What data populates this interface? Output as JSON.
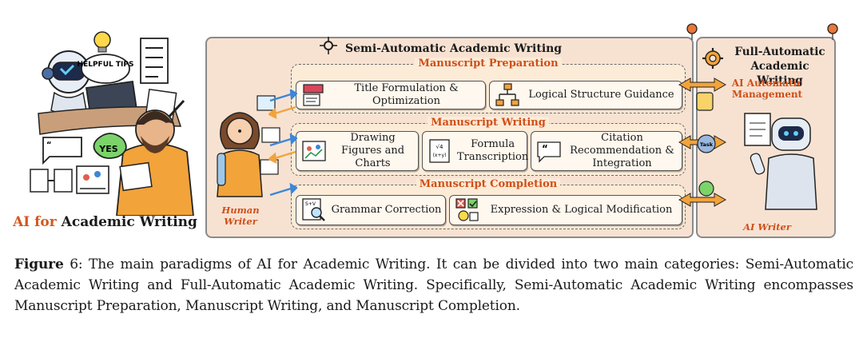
{
  "left": {
    "title_accent": "AI for",
    "title_rest": " Academic Writing",
    "bubble_tips": "HELPFUL TIPS",
    "bubble_yes": "YES"
  },
  "semi": {
    "title": "Semi-Automatic Academic Writing",
    "groups": [
      {
        "title": "Manuscript Preparation",
        "cards": [
          "Title Formulation & Optimization",
          "Logical Structure Guidance"
        ]
      },
      {
        "title": "Manuscript Writing",
        "cards": [
          "Drawing Figures and Charts",
          "Formula Transcription",
          "Citation Recommendation & Integration"
        ]
      },
      {
        "title": "Manuscript Completion",
        "cards": [
          "Grammar Correction",
          "Expression & Logical Modification"
        ]
      }
    ],
    "human_label": "Human Writer"
  },
  "full": {
    "title": "Full-Automatic Academic Writing",
    "subtitle": "AI Automatic Management",
    "task_badge": "Task",
    "ai_label": "AI Writer"
  },
  "caption": {
    "label": "Figure",
    "text": " 6: The main paradigms of AI for Academic Writing. It can be divided into two main categories: Semi-Automatic Academic Writing and Full-Automatic Academic Writing. Specifically, Semi-Automatic Academic Writing encompasses Manuscript Preparation, Manuscript Writing, and Manuscript Completion."
  },
  "colors": {
    "panel_bg": "#f7e2d2",
    "accent_orange": "#cf4f18",
    "card_bg": "#fff8ef"
  }
}
